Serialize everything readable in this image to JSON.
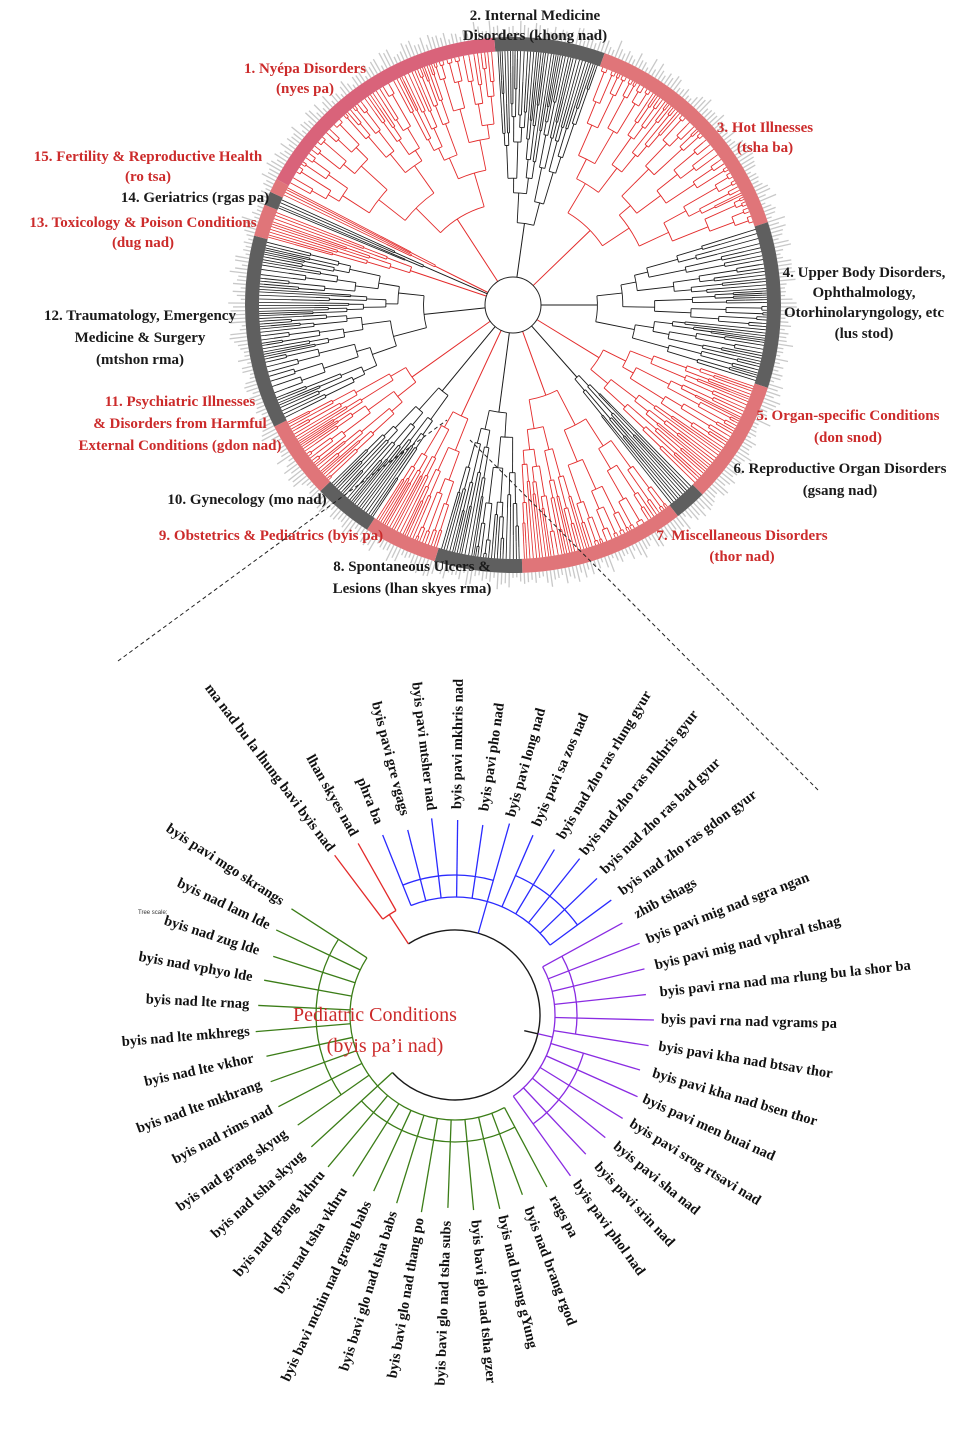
{
  "colors": {
    "red": "#cc2b2b",
    "red_band": "#e07579",
    "pink_band": "#d9637a",
    "gray_band": "#5f5f5f",
    "black": "#1a1a1a",
    "blue": "#2a2aff",
    "green": "#3b7d17",
    "purple": "#8a2be2",
    "branch_red": "#e32a2a"
  },
  "top_tree": {
    "categories": [
      {
        "num": "2.",
        "lines": [
          "2. Internal Medicine",
          "Disorders (khong nad)"
        ],
        "color": "black"
      },
      {
        "num": "1.",
        "lines": [
          "1. Nyépa Disorders",
          "(nyes pa)"
        ],
        "color": "red"
      },
      {
        "num": "3.",
        "lines": [
          "3. Hot Illnesses",
          "(tsha ba)"
        ],
        "color": "red"
      },
      {
        "num": "15.",
        "lines": [
          "15. Fertility & Reproductive Health",
          "(ro tsa)"
        ],
        "color": "red"
      },
      {
        "num": "14.",
        "lines": [
          "14. Geriatrics  (rgas pa)"
        ],
        "color": "black"
      },
      {
        "num": "13.",
        "lines": [
          "13. Toxicology & Poison Conditions",
          "(dug nad)"
        ],
        "color": "red"
      },
      {
        "num": "4.",
        "lines": [
          "4. Upper Body Disorders,",
          "Ophthalmology,",
          "Otorhinolaryngology, etc",
          "(lus stod)"
        ],
        "color": "black"
      },
      {
        "num": "12.",
        "lines": [
          "12. Traumatology, Emergency",
          "Medicine & Surgery",
          "(mtshon rma)"
        ],
        "color": "black"
      },
      {
        "num": "5.",
        "lines": [
          "5. Organ-specific Conditions",
          "(don snod)"
        ],
        "color": "red"
      },
      {
        "num": "11.",
        "lines": [
          "11. Psychiatric Illnesses",
          "& Disorders from Harmful",
          "External Conditions (gdon nad)"
        ],
        "color": "red"
      },
      {
        "num": "6.",
        "lines": [
          "6. Reproductive Organ Disorders",
          "(gsang nad)"
        ],
        "color": "black"
      },
      {
        "num": "10.",
        "lines": [
          "10. Gynecology  (mo nad)"
        ],
        "color": "black"
      },
      {
        "num": "7.",
        "lines": [
          "7. Miscellaneous Disorders",
          "(thor nad)"
        ],
        "color": "red"
      },
      {
        "num": "9.",
        "lines": [
          "9. Obstetrics & Pediatrics (byis pa)"
        ],
        "color": "red"
      },
      {
        "num": "8.",
        "lines": [
          "8. Spontaneous Ulcers &",
          "Lesions (lhan skyes rma)"
        ],
        "color": "black"
      }
    ]
  },
  "bottom_tree": {
    "center_title": "Pediatric Conditions",
    "center_subtitle": "(byis pa’i nad)",
    "tree_scale_label": "Tree scale:",
    "leaves": [
      {
        "label": "ma nad bu la lhung bavi byis nad",
        "group": "red"
      },
      {
        "label": "lhan skyes nad",
        "group": "red"
      },
      {
        "label": "phra ba",
        "group": "blue"
      },
      {
        "label": "byis pavi gre vgags",
        "group": "blue"
      },
      {
        "label": "byis pavi mtsher nad",
        "group": "blue"
      },
      {
        "label": "byis pavi mkhris nad",
        "group": "blue"
      },
      {
        "label": "byis pavi pho nad",
        "group": "blue"
      },
      {
        "label": "byis pavi long nad",
        "group": "blue"
      },
      {
        "label": "byis pavi sa zos nad",
        "group": "blue"
      },
      {
        "label": "byis nad zho ras rlung gyur",
        "group": "blue"
      },
      {
        "label": "byis nad zho ras mkhris gyur",
        "group": "blue"
      },
      {
        "label": "byis nad zho ras bad gyur",
        "group": "blue"
      },
      {
        "label": "byis nad zho ras gdon gyur",
        "group": "blue"
      },
      {
        "label": "zhib tshags",
        "group": "purple"
      },
      {
        "label": "byis pavi mig nad sgra ngan",
        "group": "purple"
      },
      {
        "label": "byis pavi mig nad vphral tshag",
        "group": "purple"
      },
      {
        "label": "byis pavi rna nad ma rlung bu la shor ba",
        "group": "purple"
      },
      {
        "label": "byis pavi rna nad vgrams pa",
        "group": "purple"
      },
      {
        "label": "byis pavi kha nad btsav thor",
        "group": "purple"
      },
      {
        "label": "byis pavi kha nad bsen thor",
        "group": "purple"
      },
      {
        "label": "byis pavi men buai nad",
        "group": "purple"
      },
      {
        "label": "byis pavi srog rtsavi nad",
        "group": "purple"
      },
      {
        "label": "byis pavi sha nad",
        "group": "purple"
      },
      {
        "label": "byis pavi srin nad",
        "group": "purple"
      },
      {
        "label": "byis pavi phol nad",
        "group": "purple"
      },
      {
        "label": "rags pa",
        "group": "green"
      },
      {
        "label": "byis nad brang rgod",
        "group": "green"
      },
      {
        "label": "byis nad brang gYung",
        "group": "green"
      },
      {
        "label": "byis bavi glo nad tsha gzer",
        "group": "green"
      },
      {
        "label": "byis bavi glo nad tsha subs",
        "group": "green"
      },
      {
        "label": "byis bavi glo nad thang po",
        "group": "green"
      },
      {
        "label": "byis bavi glo nad tsha babs",
        "group": "green"
      },
      {
        "label": "byis bavi mchin nad grang babs",
        "group": "green"
      },
      {
        "label": "byis nad tsha vkhru",
        "group": "green"
      },
      {
        "label": "byis nad grang vkhru",
        "group": "green"
      },
      {
        "label": "byis nad tsha skyug",
        "group": "green"
      },
      {
        "label": "byis nad grang skyug",
        "group": "green"
      },
      {
        "label": "byis nad rims nad",
        "group": "green"
      },
      {
        "label": "byis nad lte mkhrang",
        "group": "green"
      },
      {
        "label": "byis nad lte vkhor",
        "group": "green"
      },
      {
        "label": "byis nad lte mkhregs",
        "group": "green"
      },
      {
        "label": "byis nad lte rnag",
        "group": "green"
      },
      {
        "label": "byis nad vphyo lde",
        "group": "green"
      },
      {
        "label": "byis nad zug lde",
        "group": "green"
      },
      {
        "label": "byis nad lam lde",
        "group": "green"
      },
      {
        "label": "byis pavi mgo skrangs",
        "group": "green"
      }
    ]
  }
}
